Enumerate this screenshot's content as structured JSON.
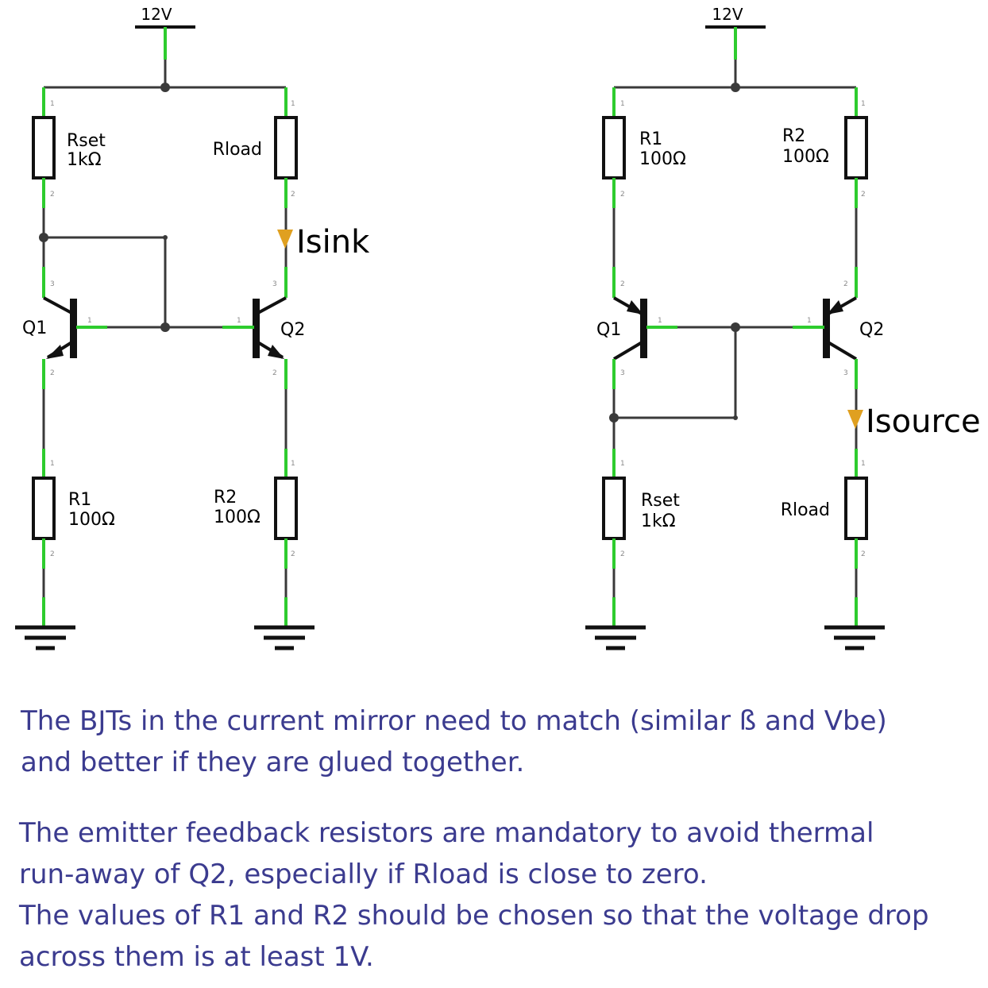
{
  "colors": {
    "wire": "#3a3a3a",
    "lead": "#2ecc2e",
    "arrow": "#e0a020",
    "text_note": "#3b3b8f"
  },
  "sink": {
    "supply": "12V",
    "rset_name": "Rset",
    "rset_value": "1kΩ",
    "rload_name": "Rload",
    "q1": "Q1",
    "q2": "Q2",
    "r1_name": "R1",
    "r1_value": "100Ω",
    "r2_name": "R2",
    "r2_value": "100Ω",
    "current": "Isink"
  },
  "source": {
    "supply": "12V",
    "r1_name": "R1",
    "r1_value": "100Ω",
    "r2_name": "R2",
    "r2_value": "100Ω",
    "q1": "Q1",
    "q2": "Q2",
    "rset_name": "Rset",
    "rset_value": "1kΩ",
    "rload_name": "Rload",
    "current": "Isource"
  },
  "pins": {
    "p1": "1",
    "p2": "2",
    "p3": "3"
  },
  "notes": {
    "note1_line1": "The BJTs in the current mirror need to match (similar ß and Vbe)",
    "note1_line2": "and better if they are glued together.",
    "note2_line1": "The emitter feedback resistors are mandatory to avoid thermal",
    "note2_line2": "run-away of Q2, especially if Rload is close to zero.",
    "note2_line3": "The values of R1 and R2 should be chosen so that the voltage drop",
    "note2_line4": "across them is at least 1V."
  }
}
